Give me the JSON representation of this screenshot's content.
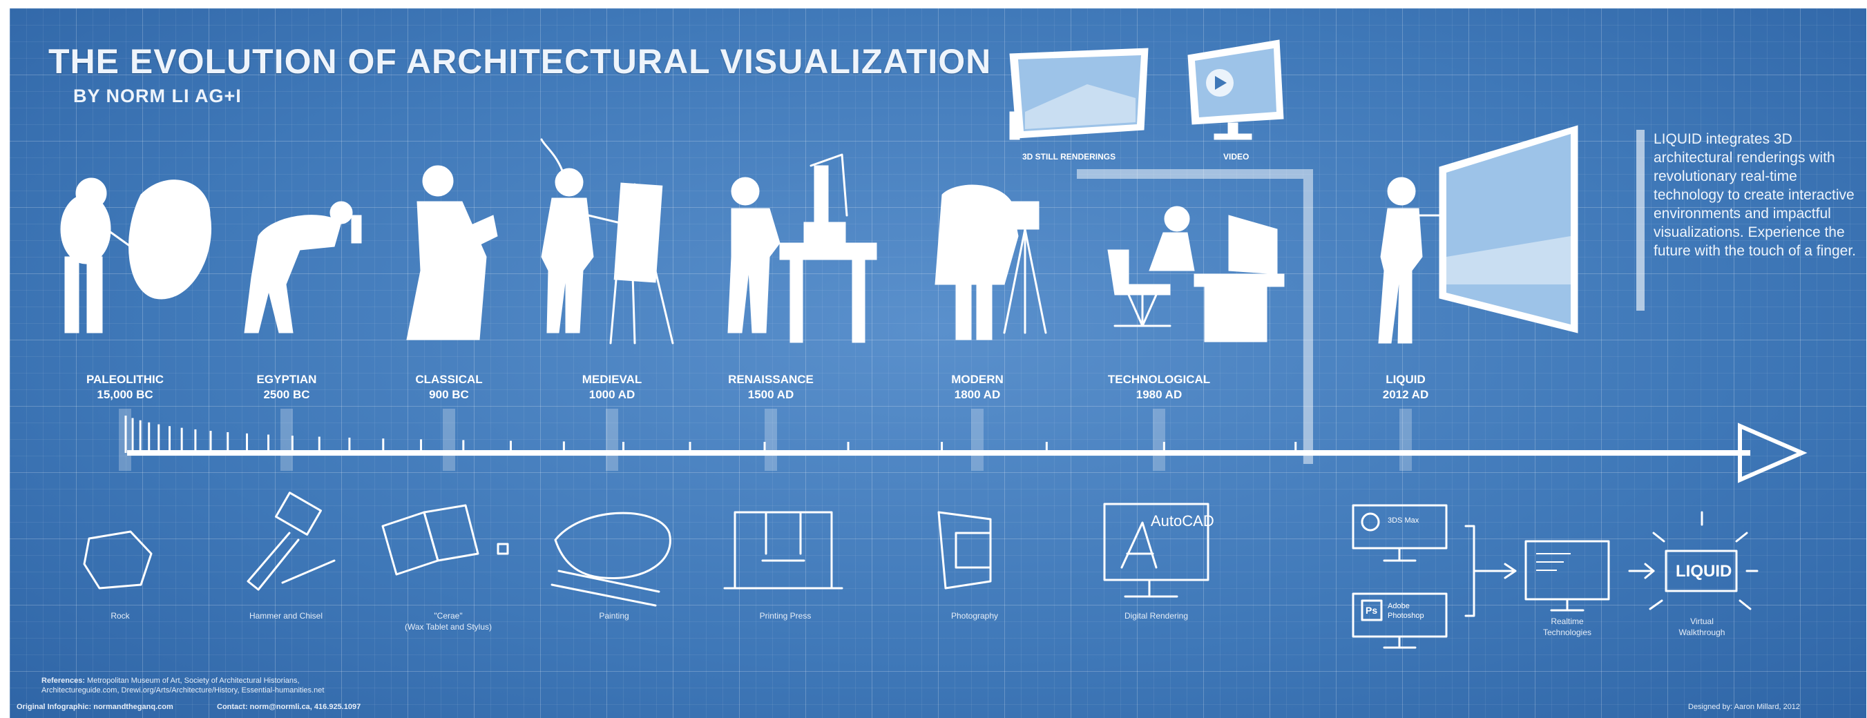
{
  "header": {
    "title": "THE EVOLUTION OF ARCHITECTURAL VISUALIZATION",
    "subtitle": "BY NORM LI AG+I"
  },
  "media": {
    "renderings_label": "3D STILL RENDERINGS",
    "video_label": "VIDEO"
  },
  "eras": [
    {
      "name": "PALEOLITHIC",
      "date": "15,000 BC"
    },
    {
      "name": "EGYPTIAN",
      "date": "2500 BC"
    },
    {
      "name": "CLASSICAL",
      "date": "900 BC"
    },
    {
      "name": "MEDIEVAL",
      "date": "1000 AD"
    },
    {
      "name": "RENAISSANCE",
      "date": "1500 AD"
    },
    {
      "name": "MODERN",
      "date": "1800 AD"
    },
    {
      "name": "TECHNOLOGICAL",
      "date": "1980 AD"
    },
    {
      "name": "LIQUID",
      "date": "2012 AD"
    }
  ],
  "tools": [
    {
      "label": "Rock",
      "label2": ""
    },
    {
      "label": "Hammer and Chisel",
      "label2": ""
    },
    {
      "label": "\"Cerae\"",
      "label2": "(Wax Tablet and Stylus)"
    },
    {
      "label": "Painting",
      "label2": ""
    },
    {
      "label": "Printing Press",
      "label2": ""
    },
    {
      "label": "Photography",
      "label2": ""
    },
    {
      "label": "Digital Rendering",
      "label2": ""
    },
    {
      "label": "Realtime",
      "label2": "Technologies"
    },
    {
      "label": "Virtual",
      "label2": "Walkthrough"
    }
  ],
  "software": {
    "autocad": "AutoCAD",
    "max": "3DS Max",
    "ps_icon": "Ps",
    "photoshop1": "Adobe",
    "photoshop2": "Photoshop",
    "liquid_box": "LIQUID"
  },
  "liquid_description": "LIQUID integrates 3D architectural renderings with revolutionary real-time technology to create interactive environments and impactful visualizations. Experience the future with the touch of a finger.",
  "footer": {
    "references_label": "References:",
    "references_text": "Metropolitan Museum of Art, Society of Architectural Historians,",
    "references_text2": "Architectureguide.com, Drewi.org/Arts/Architecture/History, Essential-humanities.net",
    "original_label": "Original Infographic:",
    "original_value": "normandtheganq.com",
    "contact_label": "Contact:",
    "contact_value": "norm@normli.ca, 416.925.1097",
    "designed_by": "Designed by: Aaron Millard, 2012"
  },
  "colors": {
    "blueprint": "#3f78b8",
    "ink": "#ffffff"
  }
}
